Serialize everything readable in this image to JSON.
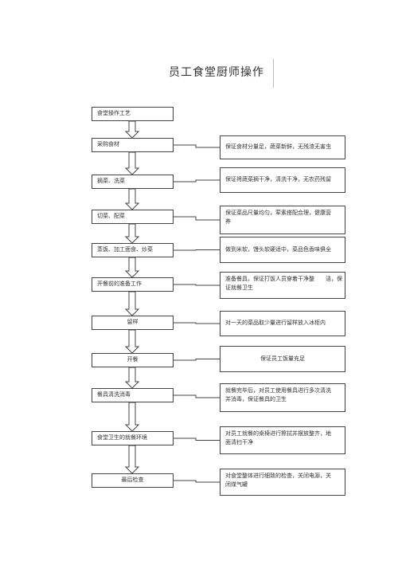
{
  "title": "员工食堂厨师操作",
  "process_header": "食堂操作工艺",
  "steps": [
    {
      "label": "采购食材",
      "note": [
        "保证食材分量足，蔬菜新鲜，无残渣无害虫"
      ]
    },
    {
      "label": "摘菜、洗菜",
      "note": [
        "保证将蔬菜摘干净，清洗干净，无农药残留"
      ]
    },
    {
      "label": "切菜、配菜",
      "note": [
        "保证菜品尺量均匀，荤素搭配合理，健康营",
        "养"
      ]
    },
    {
      "label": "蒸饭、加工面食、炒菜",
      "note": [
        "做到米软，馒头软硬适中，菜品色香味俱全"
      ]
    },
    {
      "label": "开餐前的准备工作",
      "note": [
        "准备餐具，保证打饭人员穿着干净整　　洁，保",
        "证就餐卫生"
      ]
    },
    {
      "label": "留样",
      "note": [
        "对一天的菜品取少量进行留样放入冰柜内"
      ]
    },
    {
      "label": "开餐",
      "note": [
        "保证员工饭量充足"
      ]
    },
    {
      "label": "餐具清洗消毒",
      "note": [
        "就餐完毕后，对员工使用餐具进行多次清洗",
        "并消毒，保证餐具的卫生"
      ]
    },
    {
      "label": "食堂卫生的就餐环境",
      "note": [
        "对员工就餐的桌椅进行擦拭并摆放整齐，地",
        "面清扫干净"
      ]
    },
    {
      "label": "最后检查",
      "note": [
        "对食堂整体进行细致的检查，关闭电源，关",
        "闭煤气罐"
      ]
    }
  ]
}
